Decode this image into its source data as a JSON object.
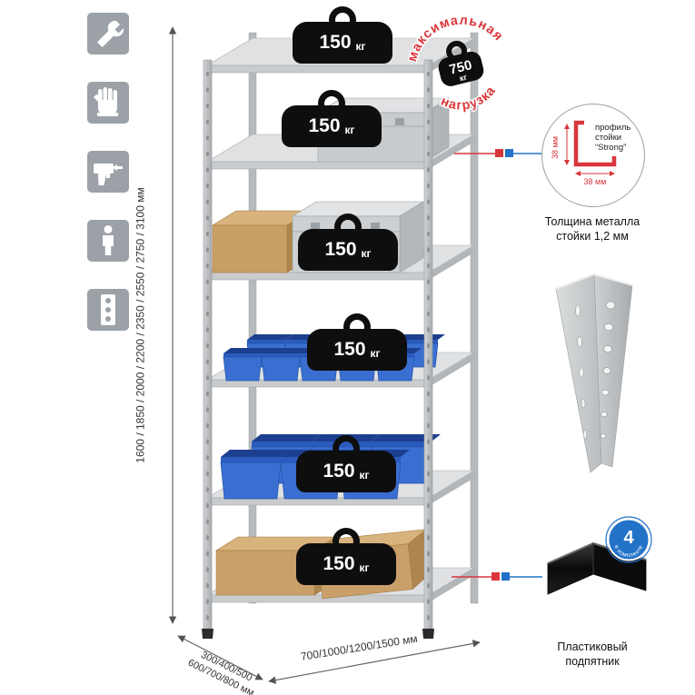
{
  "sidebar_icons": [
    "wrench-icon",
    "glove-icon",
    "drill-icon",
    "person-icon",
    "level-icon"
  ],
  "rack": {
    "shelf_weight": {
      "value": "150",
      "unit": "кг"
    }
  },
  "stamp": {
    "arc_top": "максимальная",
    "arc_bottom": "нагрузка",
    "weight_value": "750",
    "weight_unit": "кг"
  },
  "dimensions": {
    "height": "1600 / 1850 / 2000 / 2200 / 2350 / 2550 / 2750 / 3100 мм",
    "depth_line1": "300/400/500",
    "depth_line2": "600/700/800 мм",
    "width": "700/1000/1200/1500 мм"
  },
  "profile_callout": {
    "label_line1": "профиль",
    "label_line2": "стойки",
    "label_line3": "“Strong”",
    "dim_vertical": "38 мм",
    "dim_horizontal": "38 мм",
    "caption_line1": "Толщина металла",
    "caption_line2": "стойки 1,2 мм"
  },
  "foot_callout": {
    "badge_number": "4",
    "badge_text": "в комплекте",
    "caption_line1": "Пластиковый",
    "caption_line2": "подпятник"
  },
  "colors": {
    "accent_red": "#d9363c",
    "accent_blue": "#2272c8",
    "metal_gray": "#c6c8ca",
    "bin_blue": "#3a6fd1"
  }
}
